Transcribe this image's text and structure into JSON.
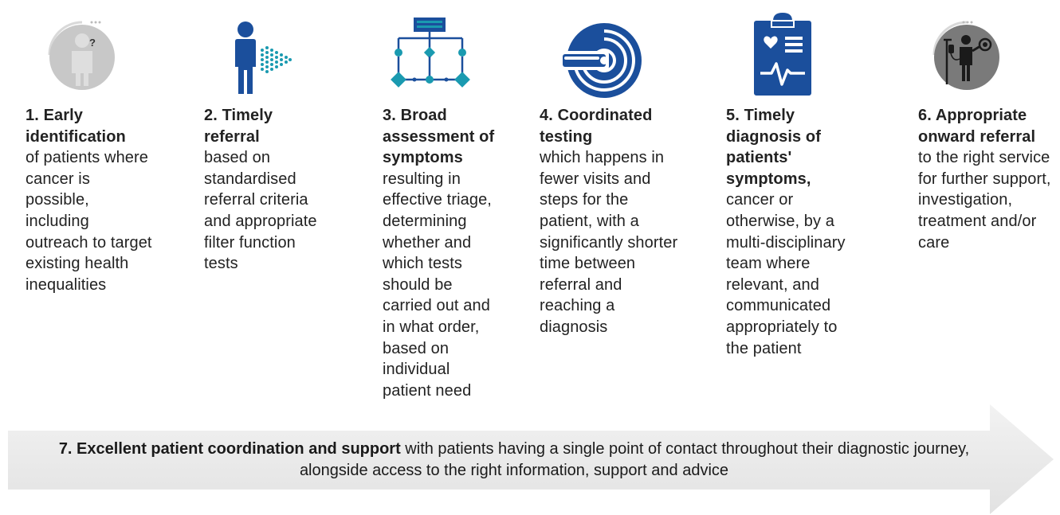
{
  "steps": [
    {
      "number": "1.",
      "heading": "Early identification",
      "body": "of patients where cancer is possible, including outreach to target existing health inequalities",
      "icon": "patient-question-icon"
    },
    {
      "number": "2.",
      "heading": "Timely referral",
      "body": "based on standardised referral criteria and appropriate filter function tests",
      "icon": "person-referral-icon"
    },
    {
      "number": "3.",
      "heading": "Broad assessment of symptoms",
      "body": "resulting in effective triage, determining whether and which tests should be carried out and in what order, based on individual patient need",
      "icon": "flowchart-icon"
    },
    {
      "number": "4.",
      "heading": "Coordinated testing",
      "body": "which happens in fewer visits and steps for the patient, with a significantly shorter time between referral and reaching a diagnosis",
      "icon": "scanner-icon"
    },
    {
      "number": "5.",
      "heading": "Timely diagnosis of patients' symptoms,",
      "body": "cancer or otherwise, by a multi-disciplinary team where relevant, and communicated appropriately to the patient",
      "icon": "clipboard-heart-icon"
    },
    {
      "number": "6.",
      "heading": "Appropriate onward referral",
      "body": "to the right service for further support, investigation, treatment and/or care",
      "icon": "patient-care-icon"
    }
  ],
  "banner": {
    "heading": "7. Excellent patient coordination and support",
    "body": " with patients having a single point of contact throughout their diagnostic journey, alongside access to the right information, support and advice"
  },
  "colors": {
    "blue": "#1b4f9c",
    "teal": "#1a9ab0",
    "grey_circle": "#c8c8c8",
    "dark_circle": "#7a7a7a",
    "arrow_fill": "#e8e8e8"
  }
}
